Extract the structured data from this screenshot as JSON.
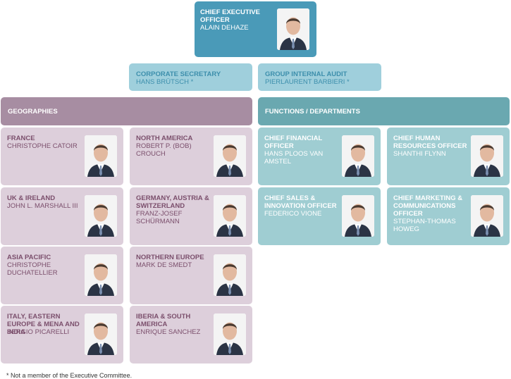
{
  "ceo": {
    "title": "CHIEF EXECUTIVE OFFICER",
    "name": "ALAIN DEHAZE"
  },
  "secretaries": [
    {
      "title": "CORPORATE SECRETARY",
      "name": "HANS BRÜTSCH *"
    },
    {
      "title": "GROUP INTERNAL AUDIT",
      "name": "PIERLAURENT BARBIERI *"
    }
  ],
  "geographies": {
    "header": "GEOGRAPHIES",
    "members": [
      {
        "title": "FRANCE",
        "name": "CHRISTOPHE CATOIR"
      },
      {
        "title": "NORTH AMERICA",
        "name": "ROBERT P. (BOB) CROUCH"
      },
      {
        "title": "UK & IRELAND",
        "name": "JOHN L. MARSHALL III"
      },
      {
        "title": "GERMANY, AUSTRIA & SWITZERLAND",
        "name": "FRANZ-JOSEF SCHÜRMANN"
      },
      {
        "title": "ASIA PACIFIC",
        "name": "CHRISTOPHE DUCHATELLIER"
      },
      {
        "title": "NORTHERN EUROPE",
        "name": "MARK DE SMEDT"
      },
      {
        "title": "ITALY, EASTERN EUROPE & MENA AND INDIA",
        "name": "SERGIO PICARELLI"
      },
      {
        "title": "IBERIA & SOUTH AMERICA",
        "name": "ENRIQUE SANCHEZ"
      }
    ]
  },
  "functions": {
    "header": "FUNCTIONS / DEPARTMENTS",
    "members": [
      {
        "title": "CHIEF FINANCIAL OFFICER",
        "name": "HANS PLOOS VAN AMSTEL"
      },
      {
        "title": "CHIEF HUMAN RESOURCES OFFICER",
        "name": "SHANTHI FLYNN"
      },
      {
        "title": "CHIEF SALES & INNOVATION OFFICER",
        "name": "FEDERICO VIONE"
      },
      {
        "title": "CHIEF MARKETING & COMMUNICATIONS OFFICER",
        "name": "STEPHAN-THOMAS HOWEG"
      }
    ]
  },
  "footnote": "* Not a member of the Executive Committee.",
  "colors": {
    "ceo": "#4a9ab8",
    "secretary": "#9fcfdc",
    "geographies_header": "#a78da2",
    "geographies_card": "#ddcfdb",
    "functions_header": "#6aa8b0",
    "functions_card": "#9fcdd2"
  }
}
